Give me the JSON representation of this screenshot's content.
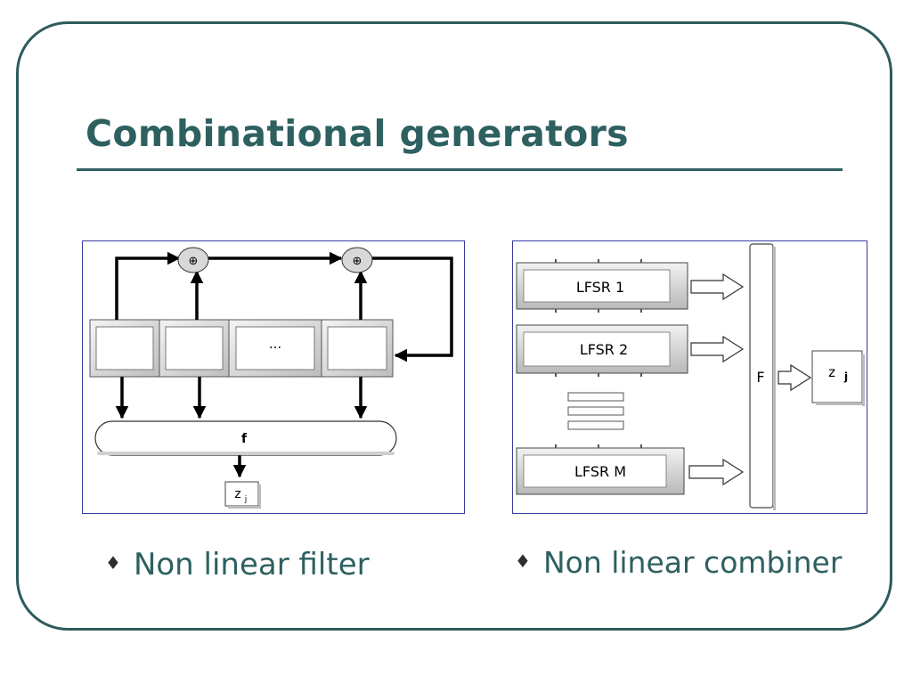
{
  "slide": {
    "title": "Combinational generators",
    "accent_color": "#2e6060"
  },
  "filter_diagram": {
    "xor_symbol": "⊕",
    "ellipsis": "...",
    "function_label": "f",
    "output_label": "z",
    "output_subscript": "j"
  },
  "combiner_diagram": {
    "lfsr_labels": [
      "LFSR 1",
      "LFSR 2",
      "LFSR M"
    ],
    "function_label": "F",
    "output_label": "z",
    "output_subscript": "j"
  },
  "bullets": {
    "left": "Non linear filter",
    "right": "Non linear combiner",
    "marker": "♦"
  }
}
